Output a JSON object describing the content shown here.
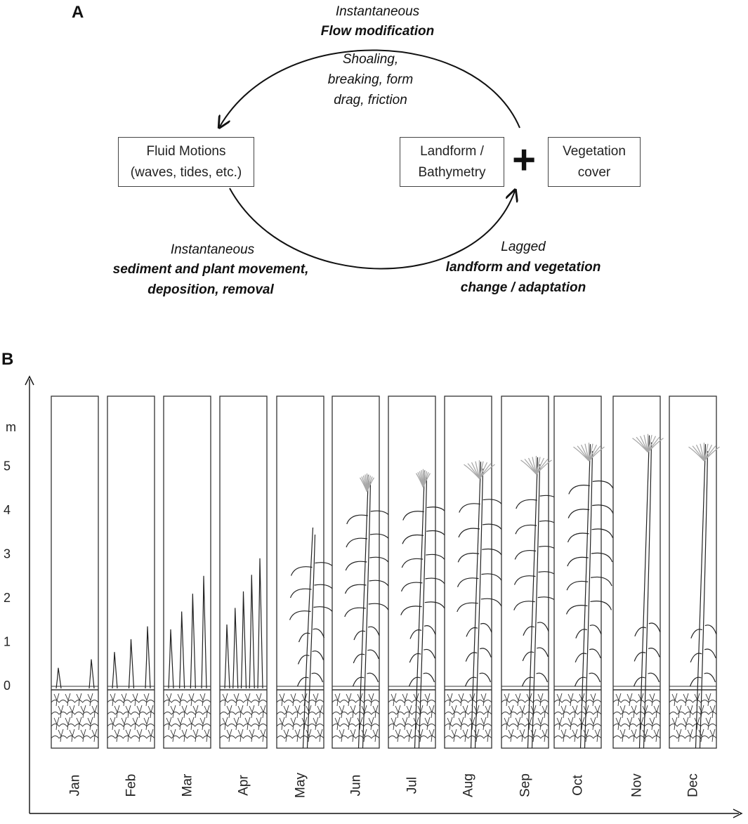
{
  "panel_a": {
    "label": "A",
    "top_caption": {
      "timing": "Instantaneous",
      "process": "Flow modification"
    },
    "inner_caption": "Shoaling,\nbreaking, form\ndrag, friction",
    "nodes": {
      "fluid": "Fluid Motions\n(waves, tides, etc.)",
      "landform": "Landform /\nBathymetry",
      "plus": "+",
      "vegetation": "Vegetation\ncover"
    },
    "bottom_left_caption": {
      "timing": "Instantaneous",
      "process": "sediment and plant movement,\ndeposition, removal"
    },
    "bottom_right_caption": {
      "timing": "Lagged",
      "process": "landform and vegetation\nchange / adaptation"
    }
  },
  "panel_b": {
    "label": "B",
    "y_unit": "m",
    "y_ticks": [
      "0",
      "1",
      "2",
      "3",
      "4",
      "5"
    ],
    "months": [
      "Jan",
      "Feb",
      "Mar",
      "Apr",
      "May",
      "Jun",
      "Jul",
      "Aug",
      "Sep",
      "Oct",
      "Nov",
      "Dec"
    ],
    "plant_height_m": [
      0.6,
      1.35,
      2.5,
      2.9,
      3.6,
      4.8,
      4.9,
      5.1,
      5.2,
      5.5,
      5.7,
      5.5
    ],
    "flowering": [
      false,
      false,
      false,
      false,
      false,
      true,
      true,
      true,
      true,
      true,
      true,
      true
    ],
    "colors": {
      "line": "#222222",
      "flower": "#a8a8a8",
      "soil": "#333333"
    }
  }
}
